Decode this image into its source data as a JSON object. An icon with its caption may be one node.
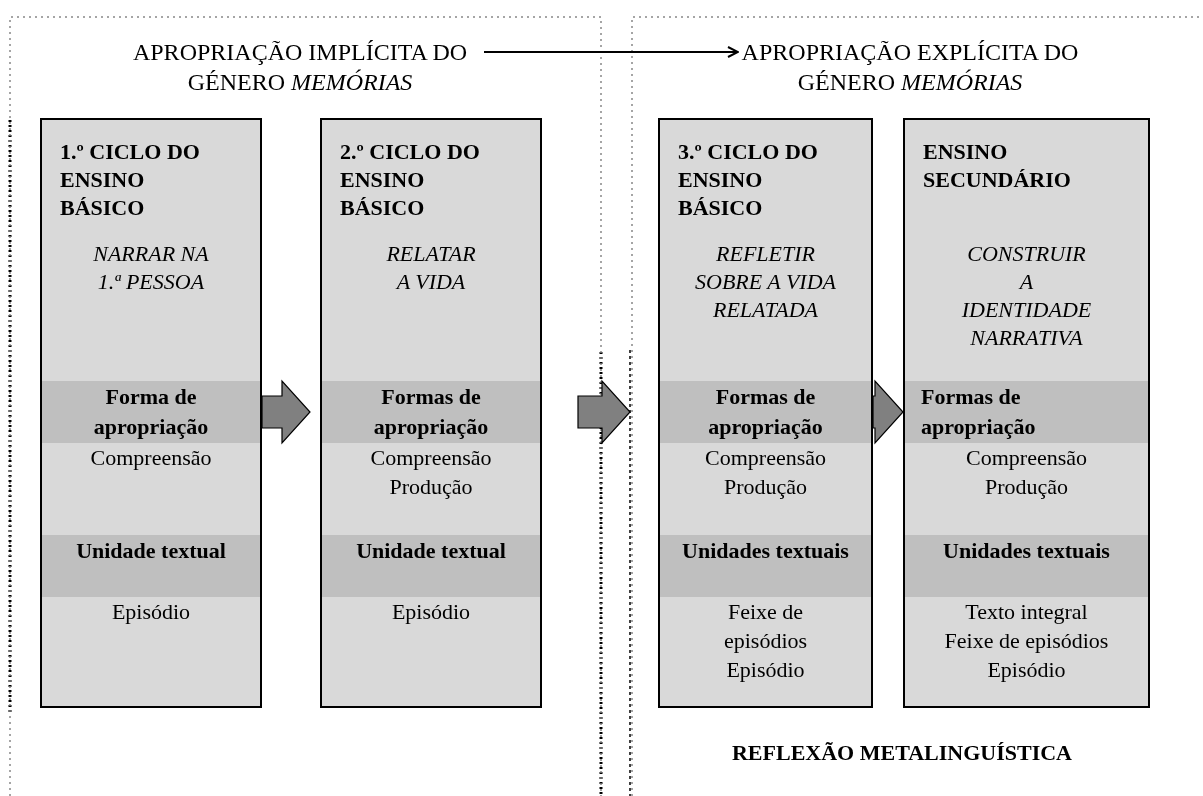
{
  "diagram": {
    "nodes": [
      {
        "text": [],
        "shape": "box"
      },
      {
        "text": [
          "APROPRIAÇÃO IMPLÍCITA DO GÉNERO *MEMÓRIAS*"
        ],
        "in": 0
      },
      {
        "text": [
          "1.º CICLO DO ENSINO BÁSICO",
          "NARRAR NA 1.ª PESSOA"
        ],
        "in": 0
      },
      {
        "text": [
          "Forma de apropriação",
          "Compreensão"
        ],
        "in": 2
      },
      {
        "text": [
          "Unidade textual",
          "Episódio"
        ],
        "in": 2
      },
      {
        "text": [
          "2.º CICLO DO ENSINO BÁSICO",
          "RELATAR A VIDA"
        ],
        "in": 0
      },
      {
        "text": [
          "Formas de apropriação",
          "Compreensão",
          "Produção"
        ],
        "in": 5
      },
      {
        "text": [
          "Unidade textual",
          "Episódio"
        ],
        "in": 5
      },
      {
        "text": [],
        "shape": "box"
      },
      {
        "text": [
          "APROPRIAÇÃO EXPLÍCITA DO GÉNERO *MEMÓRIAS*"
        ],
        "in": 8
      },
      {
        "text": [
          "3.º CICLO DO ENSINO BÁSICO",
          "REFLETIR SOBRE A VIDA RELATADA"
        ],
        "in": 8
      },
      {
        "text": [
          "Formas de apropriação",
          "Compreensão",
          "Produção"
        ],
        "in": 10
      },
      {
        "text": [
          "Unidades textuais",
          "Feixe de episódios",
          "Episódio"
        ],
        "in": 10
      },
      {
        "text": [
          "ENSINO SECUNDÁRIO",
          "CONSTRUIR A IDENTIDADE NARRATIVA"
        ],
        "in": 8
      },
      {
        "text": [
          "Formas de apropriação",
          "Compreensão",
          "Produção"
        ],
        "in": 13
      },
      {
        "text": [
          "Unidades textuais",
          "Texto integral",
          "Feixe de episódios",
          "Episódio"
        ],
        "in": 13
      }
    ],
    "edges": [
      {
        "from": 1,
        "to": 9,
        "arrow": "to",
        "color": "#000000"
      },
      {
        "from": 2,
        "to": 5,
        "arrow": "to",
        "style": "thick"
      },
      {
        "from": 5,
        "to": 10,
        "arrow": "to",
        "style": "thick"
      },
      {
        "from": 10,
        "to": 13,
        "arrow": "to",
        "style": "thick"
      }
    ],
    "labels": [
      "REFLEXÃO METALINGUÍSTICA"
    ]
  }
}
